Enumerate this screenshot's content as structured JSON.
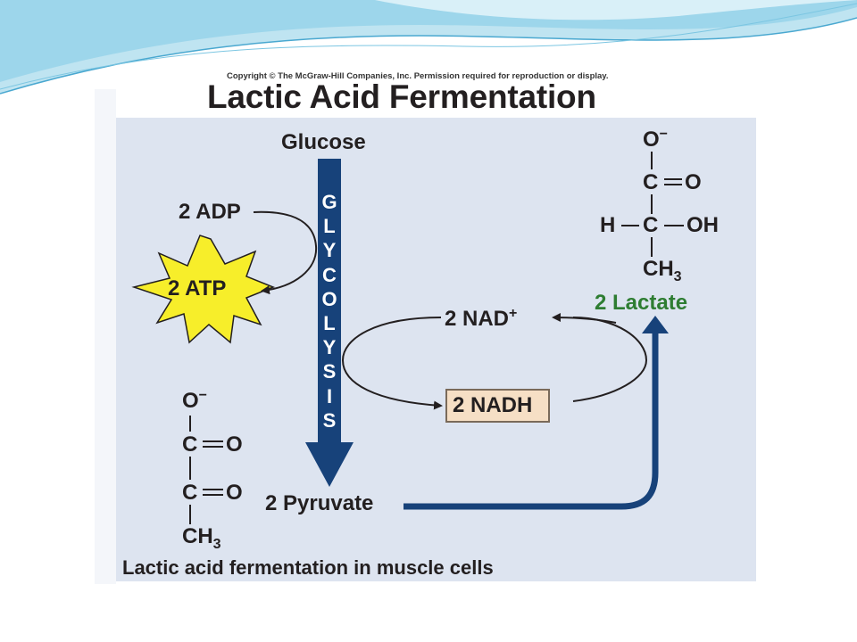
{
  "copyright": "Copyright © The McGraw-Hill Companies, Inc. Permission required for reproduction or display.",
  "title": "Lactic Acid Fermentation",
  "glucose": "Glucose",
  "glycolysis_letters": [
    "G",
    "L",
    "Y",
    "C",
    "O",
    "L",
    "Y",
    "S",
    "I",
    "S"
  ],
  "adp": "2 ADP",
  "atp": "2 ATP",
  "nad_plus": "2 NAD",
  "nad_plus_sup": "+",
  "nadh": "2 NADH",
  "pyruvate": "2 Pyruvate",
  "lactate": "2 Lactate",
  "caption": "Lactic acid fermentation in muscle cells",
  "pyruvate_structure": {
    "o_minus": "O",
    "o_minus_sup": "−",
    "c1": "C",
    "o1": "O",
    "c2": "C",
    "o2": "O",
    "ch3": "CH",
    "ch3_sub": "3"
  },
  "lactate_structure": {
    "o_minus": "O",
    "o_minus_sup": "−",
    "c1": "C",
    "o1": "O",
    "h": "H",
    "c2": "C",
    "oh": "OH",
    "ch3": "CH",
    "ch3_sub": "3"
  },
  "colors": {
    "panel": "#dde4f0",
    "arrow_blue": "#17427a",
    "lactate_green": "#2e7d32",
    "atp_star": "#f7ee2a",
    "nadh_box": "#f6dfc5",
    "swoosh": "#5bb7d8"
  }
}
